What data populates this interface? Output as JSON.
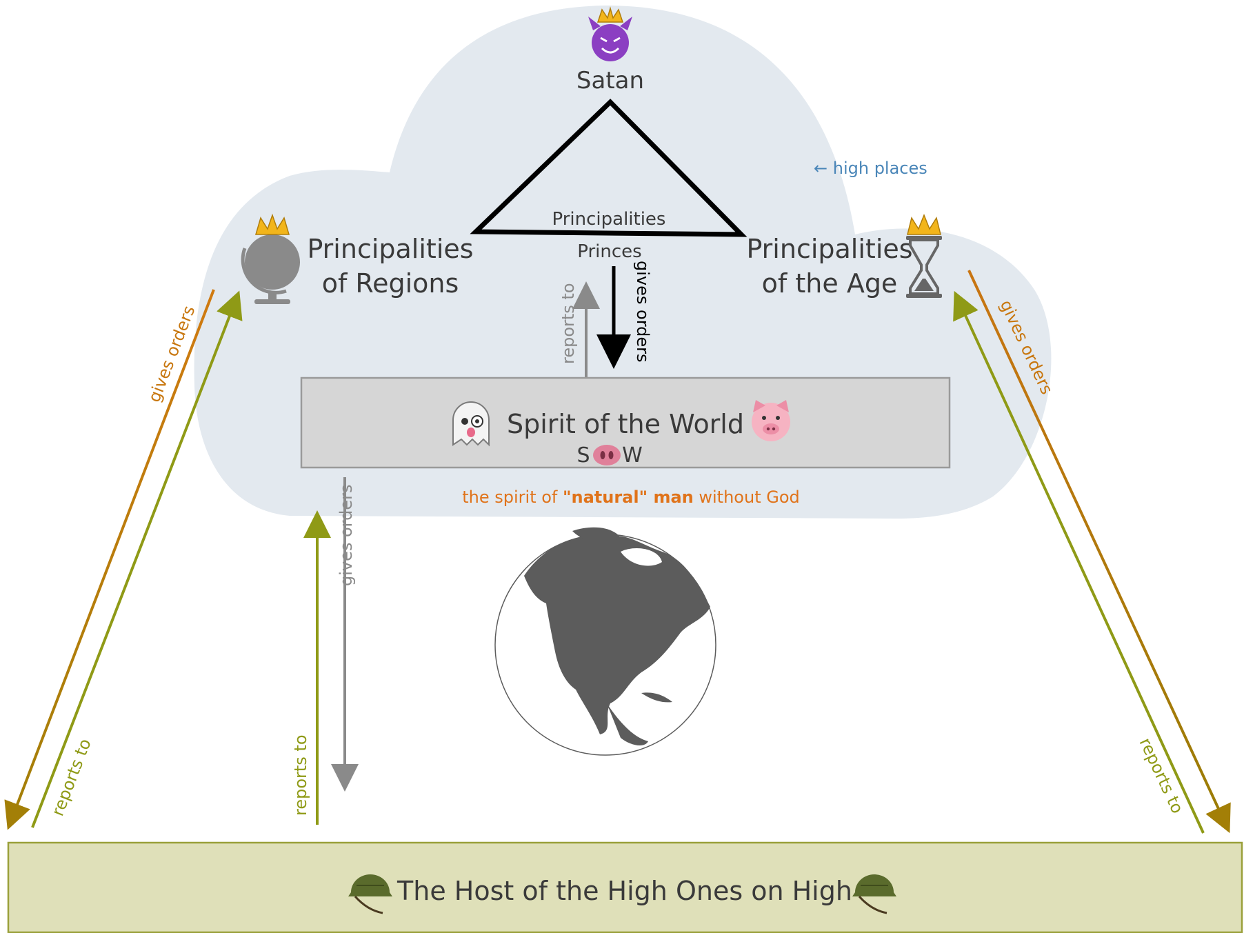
{
  "top": {
    "name": "Satan",
    "triangle_label": "Principalities",
    "below_triangle": "Princes"
  },
  "cloud_note": "← high places",
  "left_node": {
    "line1": "Principalities",
    "line2": "of Regions"
  },
  "right_node": {
    "line1": "Principalities",
    "line2": "of the Age"
  },
  "spirit_box": {
    "title": "Spirit of the World",
    "acronym_left": "S",
    "acronym_right": "W",
    "caption_pre": "the spirit of ",
    "caption_bold": "\"natural\" man",
    "caption_post": " without God"
  },
  "host_box": {
    "title": "The Host of the High Ones on High"
  },
  "arrows": {
    "gives_orders": "gives orders",
    "reports_to": "reports to"
  },
  "colors": {
    "cloud": "#e3e9ef",
    "spirit_box_fill": "#d6d6d6",
    "host_box_fill": "#dfe0b9",
    "host_box_stroke": "#9aa03a",
    "olive": "#8f9a16",
    "orange": "#c8770f",
    "blue_note": "#4a86b8",
    "grey_arrow": "#8a8a8a",
    "globe": "#5c5c5c"
  },
  "icons": [
    "smiling-devil-crown-icon",
    "globe-crown-icon",
    "hourglass-crown-icon",
    "ghost-icon",
    "pig-face-icon",
    "pig-nose-icon",
    "military-helmet-icon",
    "earth-globe-icon"
  ]
}
